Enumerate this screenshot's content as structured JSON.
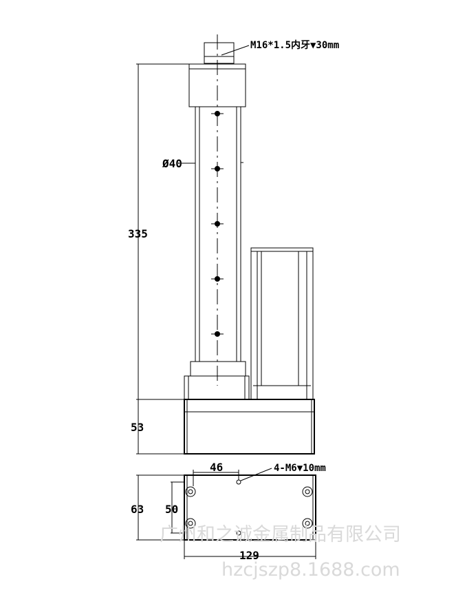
{
  "annotations": {
    "thread_note": "M16*1.5内牙▼30mm",
    "rod_diameter": "Ø40",
    "hole_note": "4-M6▼10mm"
  },
  "dimensions": {
    "overall_height": "335",
    "base_height": "53",
    "bottom_depth": "63",
    "hole_spacing_x": "46",
    "hole_spacing_y": "50",
    "bottom_width": "129"
  },
  "watermark": {
    "company": "广州和之诚金属制品有限公司",
    "site": "hzcjszp8.1688.com"
  }
}
